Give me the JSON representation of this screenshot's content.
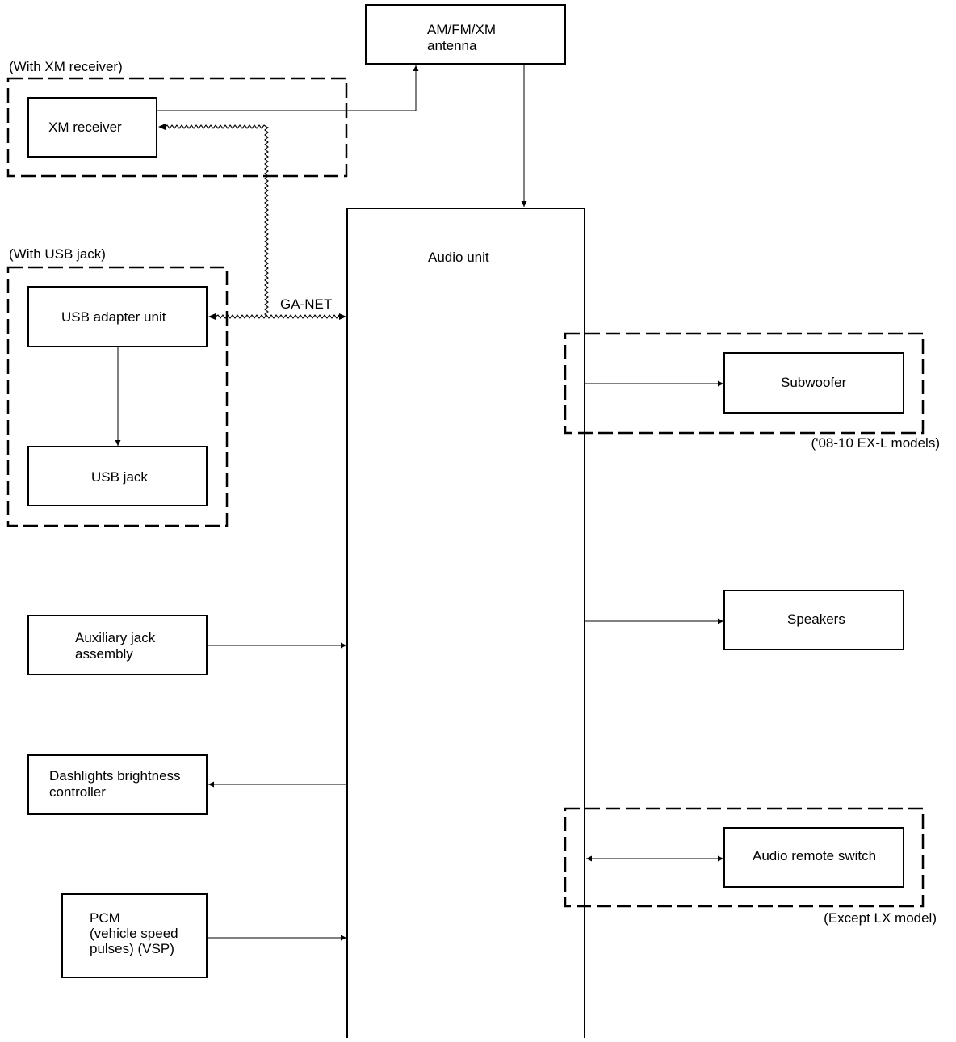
{
  "blocks": {
    "antenna": [
      "AM/FM/XM",
      "antenna"
    ],
    "xm_receiver": [
      "XM receiver"
    ],
    "audio_unit": [
      "Audio unit"
    ],
    "usb_adapter_unit": [
      "USB adapter unit"
    ],
    "usb_jack": [
      "USB jack"
    ],
    "auxiliary_jack": [
      "Auxiliary jack",
      "assembly"
    ],
    "dashlights": [
      "Dashlights brightness",
      "controller"
    ],
    "pcm": [
      "PCM",
      "(vehicle speed",
      "pulses) (VSP)"
    ],
    "subwoofer": [
      "Subwoofer"
    ],
    "speakers": [
      "Speakers"
    ],
    "audio_remote_switch": [
      "Audio remote switch"
    ]
  },
  "groups": {
    "with_xm_receiver": "(With XM receiver)",
    "with_usb_jack": "(With USB jack)",
    "ex_l_models": "('08-10 EX-L models)",
    "except_lx_model": "(Except LX model)"
  },
  "bus_label": "GA-NET"
}
